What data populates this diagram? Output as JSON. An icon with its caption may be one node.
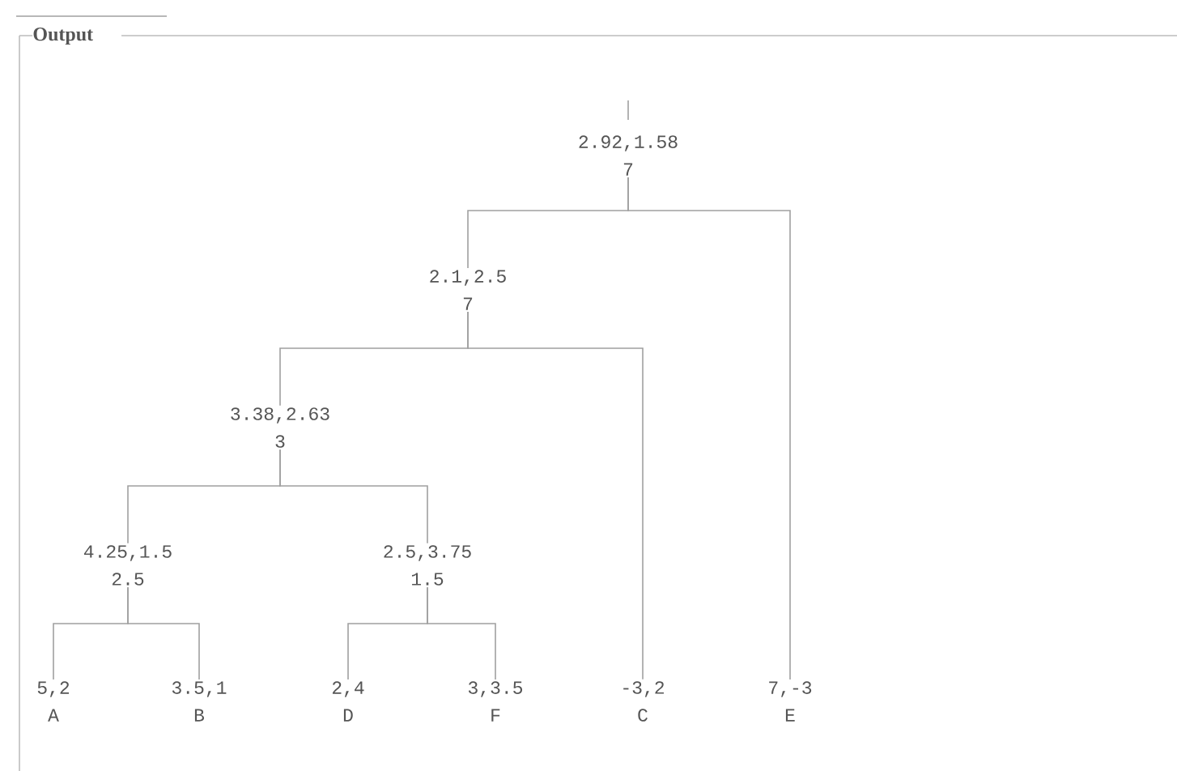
{
  "diagram": {
    "title": "Output",
    "nodes": [
      {
        "text": [
          "2.92,1.58",
          "7"
        ]
      },
      {
        "text": [
          "2.1,2.5",
          "7"
        ]
      },
      {
        "text": [
          "3.38,2.63",
          "3"
        ]
      },
      {
        "text": [
          "4.25,1.5",
          "2.5"
        ]
      },
      {
        "text": [
          "2.5,3.75",
          "1.5"
        ]
      },
      {
        "text": [
          "5,2",
          "A"
        ]
      },
      {
        "text": [
          "3.5,1",
          "B"
        ]
      },
      {
        "text": [
          "2,4",
          "D"
        ]
      },
      {
        "text": [
          "3,3.5",
          "F"
        ]
      },
      {
        "text": [
          "-3,2",
          "C"
        ]
      },
      {
        "text": [
          "7,-3",
          "E"
        ]
      }
    ],
    "edges": [
      {
        "from": 0,
        "to": 1,
        "arrow": "none"
      },
      {
        "from": 0,
        "to": 10,
        "arrow": "none"
      },
      {
        "from": 1,
        "to": 2,
        "arrow": "none"
      },
      {
        "from": 1,
        "to": 9,
        "arrow": "none"
      },
      {
        "from": 2,
        "to": 3,
        "arrow": "none"
      },
      {
        "from": 2,
        "to": 4,
        "arrow": "none"
      },
      {
        "from": 3,
        "to": 5,
        "arrow": "none"
      },
      {
        "from": 3,
        "to": 6,
        "arrow": "none"
      },
      {
        "from": 4,
        "to": 7,
        "arrow": "none"
      },
      {
        "from": 4,
        "to": 8,
        "arrow": "none"
      }
    ]
  }
}
